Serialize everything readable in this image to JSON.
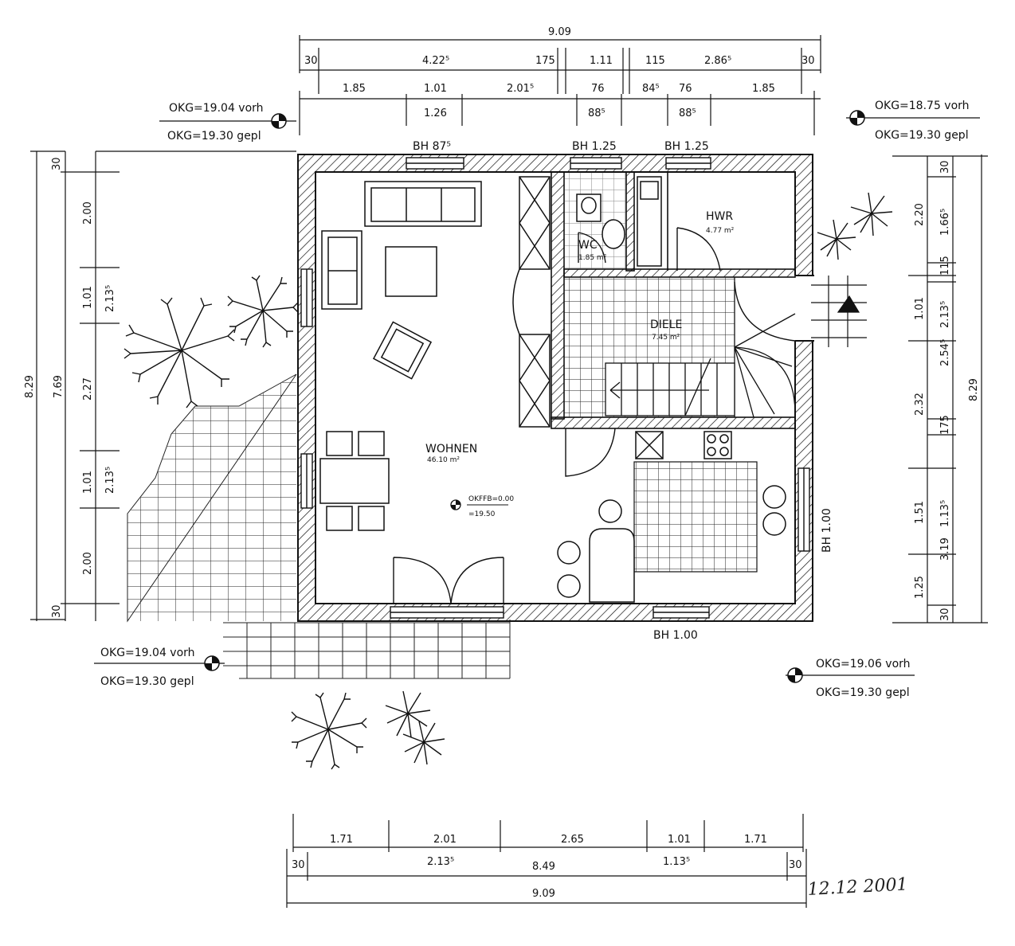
{
  "top_dims": {
    "total": "9.09",
    "r2": [
      "30",
      "4.22⁵",
      "175",
      "1.11",
      "115",
      "2.86⁵",
      "30"
    ],
    "r3": [
      "1.85",
      "1.01",
      "2.01⁵",
      "76",
      "84⁵",
      "76",
      "1.85"
    ],
    "r4": [
      "1.26",
      "88⁵",
      "88⁵"
    ]
  },
  "bottom_dims": {
    "r1": [
      "1.71",
      "2.01",
      "2.65",
      "1.01",
      "1.71"
    ],
    "r2": [
      "30",
      "2.13⁵",
      "8.49",
      "1.13⁵",
      "30"
    ],
    "total": "9.09"
  },
  "left_dims": {
    "outer": "8.29",
    "mid": "7.69",
    "inner": [
      "30",
      "2.00",
      "1.01",
      "2.27",
      "1.01",
      "2.00",
      "30"
    ],
    "inner2": [
      "2.13⁵",
      "2.13⁵"
    ]
  },
  "right_dims": {
    "outer": "8.29",
    "c1": [
      "2.20",
      "1.01",
      "2.32",
      "1.51",
      "1.25"
    ],
    "c2": [
      "1.66⁵",
      "115",
      "2.13⁵",
      "2.54⁵",
      "175",
      "1.13⁵",
      "3.19",
      "30"
    ],
    "c2top": "30"
  },
  "levels": {
    "tl": [
      "OKG=19.04  vorh",
      "OKG=19.30  gepl"
    ],
    "tr": [
      "OKG=18.75  vorh",
      "OKG=19.30  gepl"
    ],
    "bl": [
      "OKG=19.04  vorh",
      "OKG=19.30  gepl"
    ],
    "br": [
      "OKG=19.06  vorh",
      "OKG=19.30  gepl"
    ]
  },
  "windows": {
    "w1": "BH 87⁵",
    "w2": "BH 1.25",
    "w3": "BH 1.25",
    "w4": "BH 1.00",
    "w5": "BH 1.00"
  },
  "rooms": {
    "wohnen": {
      "name": "WOHNEN",
      "area": "46.10 m²"
    },
    "diele": {
      "name": "DIELE",
      "area": "7.45 m²"
    },
    "hwr": {
      "name": "HWR",
      "area": "4.77 m²"
    },
    "wc": {
      "name": "WC",
      "area": "1.85 m²"
    }
  },
  "okff": [
    "OKFFB=0.00",
    "=19.50"
  ],
  "handwriting": "12.12  2001"
}
